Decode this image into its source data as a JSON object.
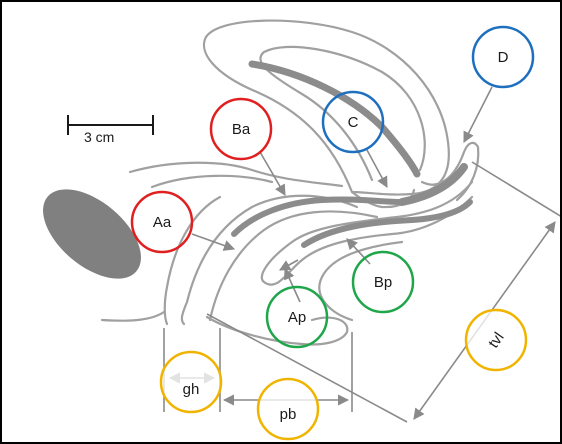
{
  "scale_bar": {
    "label": "3 cm"
  },
  "markers": [
    {
      "id": "Aa",
      "label": "Aa",
      "color": "#e02020"
    },
    {
      "id": "Ba",
      "label": "Ba",
      "color": "#e02020"
    },
    {
      "id": "C",
      "label": "C",
      "color": "#1f6fbf"
    },
    {
      "id": "D",
      "label": "D",
      "color": "#1f6fbf"
    },
    {
      "id": "Ap",
      "label": "Ap",
      "color": "#1fa64a"
    },
    {
      "id": "Bp",
      "label": "Bp",
      "color": "#1fa64a"
    },
    {
      "id": "gh",
      "label": "gh",
      "color": "#f0b400"
    },
    {
      "id": "pb",
      "label": "pb",
      "color": "#f0b400"
    },
    {
      "id": "tvl",
      "label": "tvl",
      "color": "#f0b400"
    }
  ],
  "colors": {
    "outline": "#9a9a9a",
    "arrow": "#8a8a8a",
    "thick_band": "#8c8c8c",
    "oval": "#808080",
    "frame": "#000000"
  }
}
